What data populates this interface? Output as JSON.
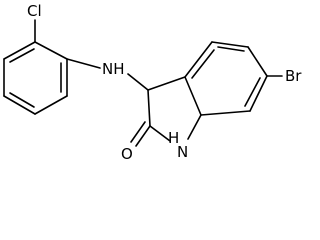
{
  "molecule": {
    "atoms": {
      "cl": "Cl",
      "nh_amine": "NH",
      "br": "Br",
      "o": "O",
      "nh_ring": "H",
      "n_ring": "N"
    }
  }
}
